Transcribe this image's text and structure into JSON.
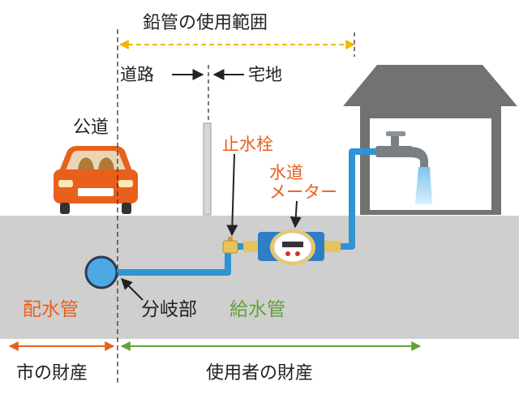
{
  "labels": {
    "lead_pipe_range": "鉛管の使用範囲",
    "road": "道路",
    "residence": "宅地",
    "public_road": "公道",
    "stopcock": "止水栓",
    "water_meter_line1": "水道",
    "water_meter_line2": "メーター",
    "distribution_main": "配水管",
    "branch_point": "分岐部",
    "service_pipe": "給水管",
    "city_property": "市の財産",
    "user_property": "使用者の財産"
  },
  "colors": {
    "text": "#222222",
    "accent_orange": "#e8601c",
    "accent_green": "#5fa335",
    "range_arrow": "#f2b705",
    "ground": "#cfcfcf",
    "pipe": "#2f93d6",
    "house": "#727272",
    "car": "#e8601c"
  }
}
